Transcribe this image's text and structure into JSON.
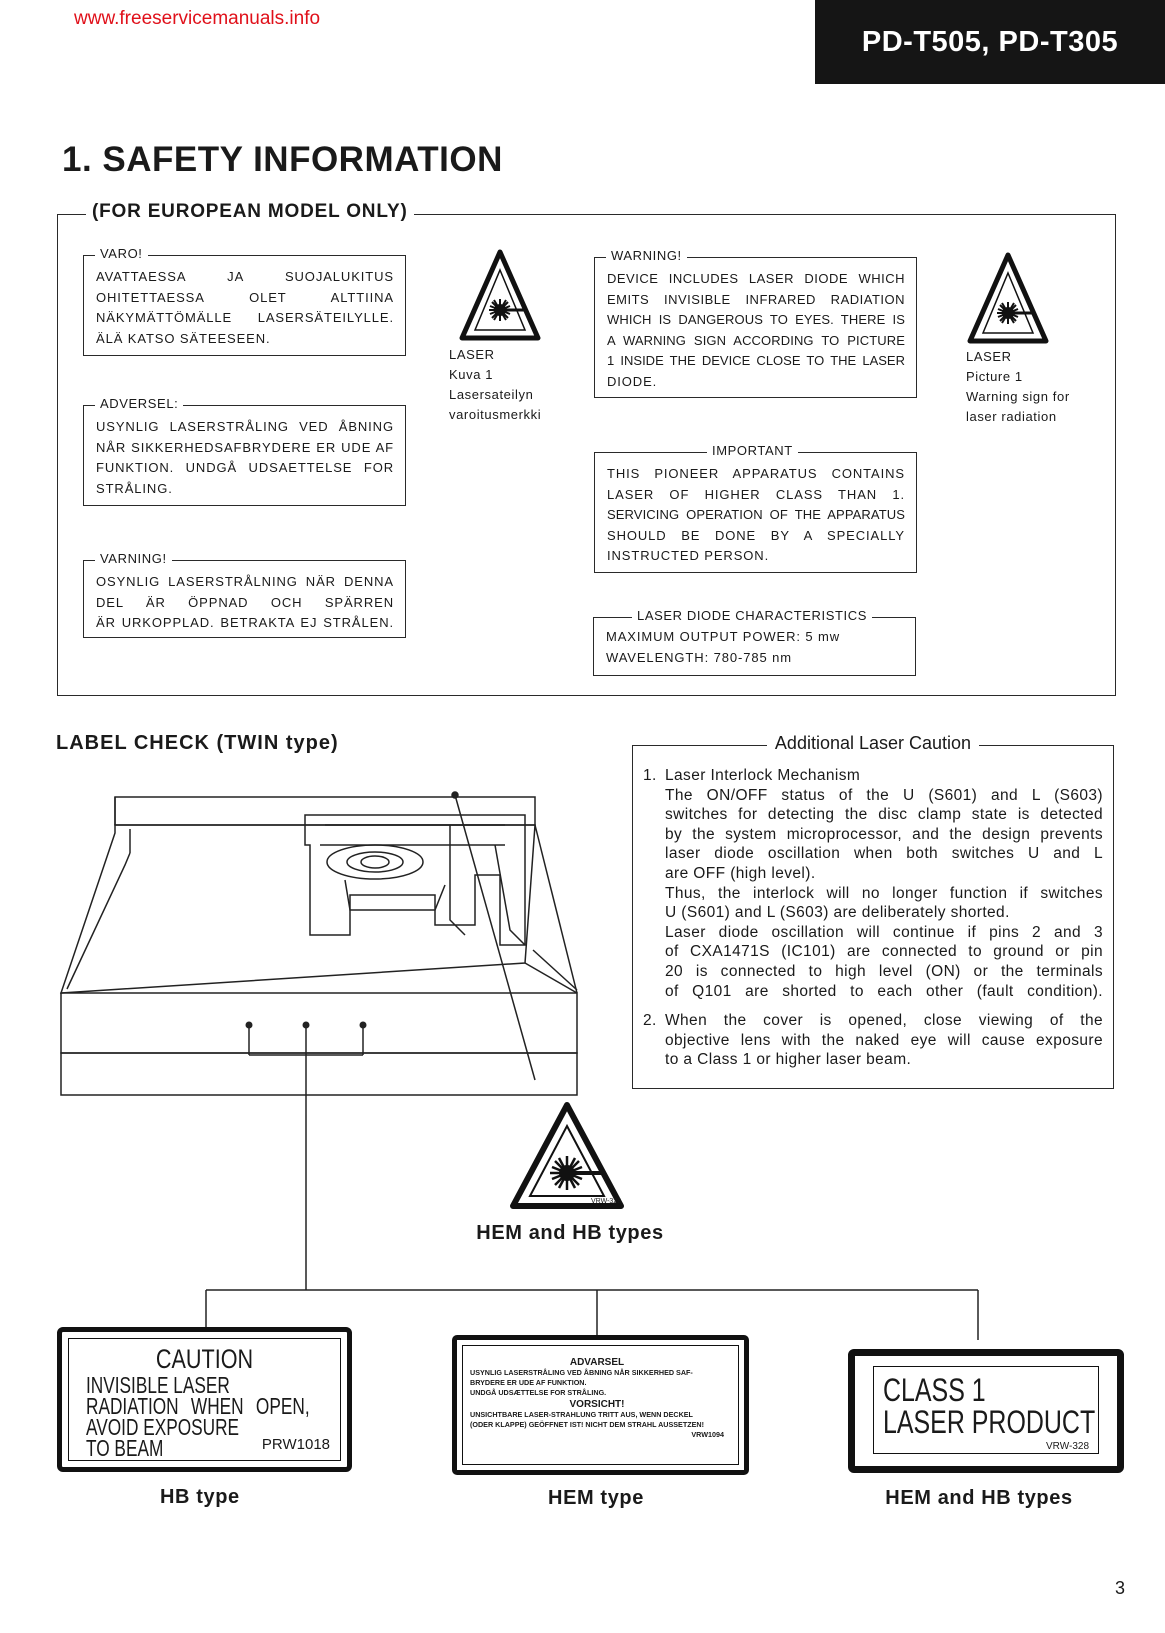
{
  "header": {
    "site": "www.freeservicemanuals.info",
    "models": "PD-T505, PD-T305"
  },
  "section": {
    "title": "1. SAFETY INFORMATION",
    "frame_title": "(FOR EUROPEAN MODEL ONLY)"
  },
  "boxes": {
    "varo": {
      "label": "VARO!",
      "lines": [
        "AVATTAESSA JA SUOJALUKITUS",
        "OHITETTAESSA OLET ALTTIINA",
        "NÄKYMÄTTÖMÄLLE LASERSÄTEILYLLE.",
        "ÄLÄ KATSO SÄTEESEEN."
      ]
    },
    "adversel": {
      "label": "ADVERSEL:",
      "lines": [
        "USYNLIG LASERSTRÅLING VED ÅBNING",
        "NÅR SIKKERHEDSAFBRYDERE ER UDE AF",
        "FUNKTION. UNDGÅ UDSAETTELSE FOR",
        "STRÅLING."
      ]
    },
    "varning": {
      "label": "VARNING!",
      "lines": [
        "OSYNLIG LASERSTRÅLNING NÄR DENNA",
        "DEL ÄR ÖPPNAD OCH SPÄRREN",
        "ÄR URKOPPLAD. BETRAKTA EJ STRÅLEN."
      ]
    },
    "warning": {
      "label": "WARNING!",
      "lines": [
        "DEVICE INCLUDES LASER DIODE WHICH",
        "EMITS INVISIBLE INFRARED RADIATION",
        "WHICH IS DANGEROUS TO EYES. THERE IS",
        "A WARNING SIGN ACCORDING TO PICTURE",
        "1 INSIDE THE DEVICE CLOSE TO THE LASER",
        "DIODE."
      ]
    },
    "important": {
      "label": "IMPORTANT",
      "lines": [
        "THIS PIONEER APPARATUS CONTAINS",
        "LASER OF HIGHER CLASS THAN 1.",
        "SERVICING OPERATION OF THE APPARATUS",
        "SHOULD BE DONE BY A SPECIALLY",
        "INSTRUCTED PERSON."
      ]
    },
    "diode": {
      "label": "LASER DIODE CHARACTERISTICS",
      "lines": [
        "MAXIMUM OUTPUT POWER: 5 mw",
        "WAVELENGTH: 780-785 nm"
      ]
    }
  },
  "symbols": {
    "finnish": {
      "title": "LASER",
      "lines": [
        "Kuva 1",
        "Lasersateilyn",
        "varoitusmerkki"
      ]
    },
    "english": {
      "title": "LASER",
      "lines": [
        "Picture 1",
        "Warning sign for",
        "laser radiation"
      ]
    },
    "hem_label": "VRW-328"
  },
  "label_check": {
    "title": "LABEL CHECK (TWIN type)",
    "triangle_caption": "HEM and HB types"
  },
  "caution": {
    "title": "Additional Laser Caution",
    "items": [
      {
        "num": "1.",
        "lines": [
          "Laser Interlock Mechanism",
          "The ON/OFF status of the U (S601) and L (S603)",
          "switches for detecting the disc clamp state is detected",
          "by the system microprocessor, and the design prevents",
          "laser diode oscillation when both switches U and L",
          "are OFF (high level).",
          "Thus, the interlock will no longer function if switches",
          "U (S601) and L (S603) are deliberately shorted.",
          "Laser diode oscillation will continue if pins 2 and 3",
          "of CXA1471S (IC101) are connected to ground or pin",
          "20 is connected to high level (ON) or the terminals",
          "of Q101 are shorted to each other (fault condition)."
        ]
      },
      {
        "num": "2.",
        "lines": [
          "When the cover is opened, close viewing of the",
          "objective lens with the naked eye will cause exposure",
          "to a Class 1 or higher laser beam."
        ]
      }
    ]
  },
  "labels": {
    "hb": {
      "title": "CAUTION",
      "lines": [
        "INVISIBLE LASER",
        "RADIATION WHEN OPEN,",
        "AVOID EXPOSURE",
        "TO BEAM"
      ],
      "code": "PRW1018",
      "caption": "HB type"
    },
    "hem": {
      "title1": "ADVARSEL",
      "lines1": [
        "USYNLIG LASERSTRÅLING VED ÅBNING NÅR SIKKERHED SAF-",
        "BRYDERE ER UDE AF FUNKTION.",
        "UNDGÅ UDSÆTTELSE FOR STRÅLING."
      ],
      "title2": "VORSICHT!",
      "lines2": [
        "UNSICHTBARE LASER-STRAHLUNG TRITT AUS, WENN DECKEL",
        "(ODER KLAPPE) GEÖFFNET IST! NICHT DEM STRAHL AUSSETZEN!"
      ],
      "code": "VRW1094",
      "caption": "HEM type"
    },
    "class1": {
      "line1": "CLASS 1",
      "line2": "LASER PRODUCT",
      "code": "VRW-328",
      "caption": "HEM and HB types"
    }
  },
  "page_number": "3"
}
